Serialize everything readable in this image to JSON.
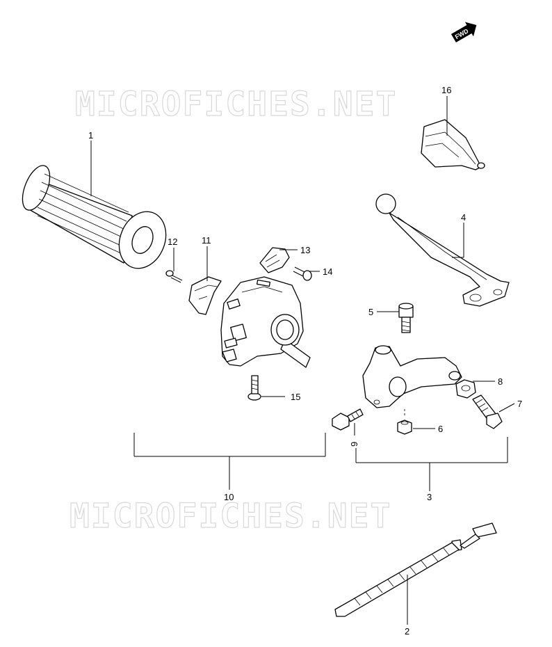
{
  "watermark": {
    "text": "MICROFICHES.NET"
  },
  "direction_badge": {
    "label": "FWD"
  },
  "callouts": {
    "c1": "1",
    "c2": "2",
    "c3": "3",
    "c4": "4",
    "c5": "5",
    "c6": "6",
    "c7": "7",
    "c8": "8",
    "c9": "9",
    "c10": "10",
    "c11": "11",
    "c12": "12",
    "c13": "13",
    "c14": "14",
    "c15": "15",
    "c16": "16"
  }
}
